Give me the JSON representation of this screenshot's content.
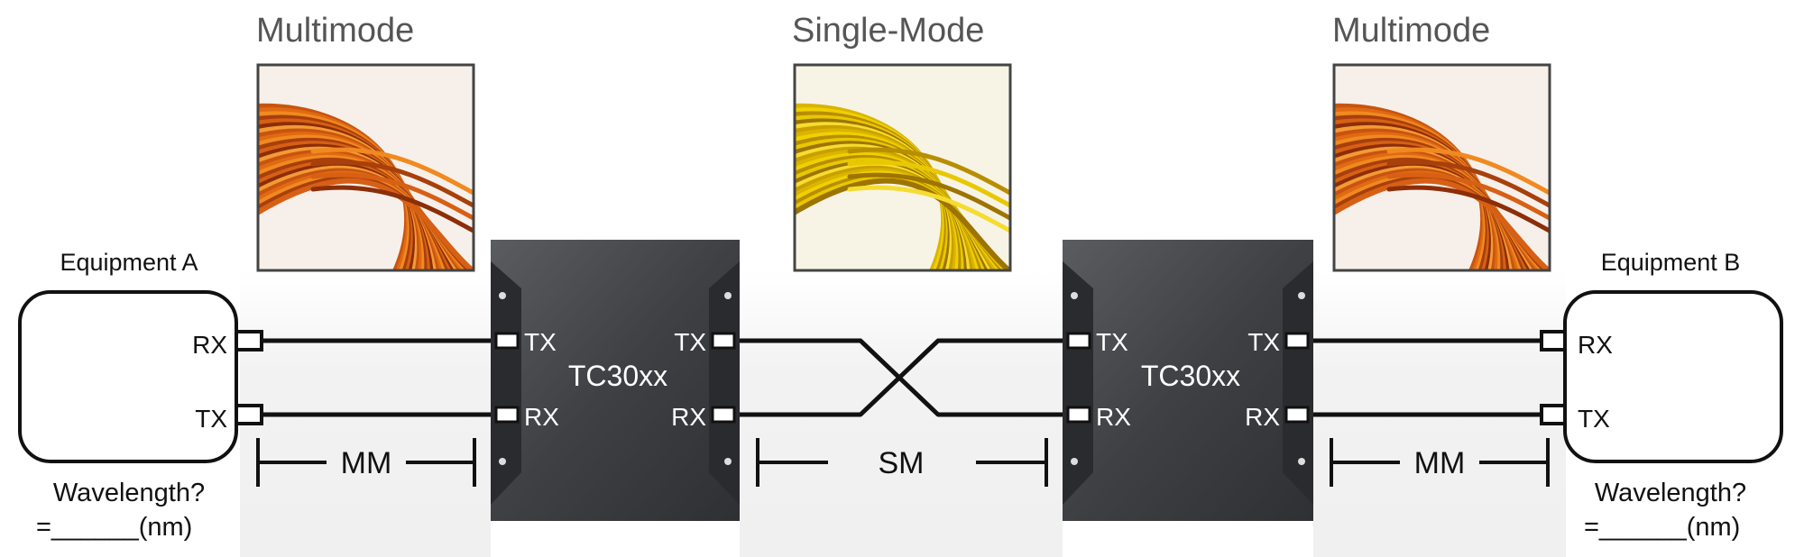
{
  "fiber_sections": [
    {
      "title": "Multimode",
      "color": "orange"
    },
    {
      "title": "Single-Mode",
      "color": "yellow"
    },
    {
      "title": "Multimode",
      "color": "orange"
    }
  ],
  "equipment_a": {
    "name": "Equipment A",
    "ports": [
      "RX",
      "TX"
    ],
    "question": "Wavelength?",
    "answer": "=______(nm)"
  },
  "equipment_b": {
    "name": "Equipment B",
    "ports": [
      "RX",
      "TX"
    ],
    "question": "Wavelength?",
    "answer": "=______(nm)"
  },
  "converter_1": {
    "model": "TC30xx",
    "left_ports": [
      "TX",
      "RX"
    ],
    "right_ports": [
      "TX",
      "RX"
    ]
  },
  "converter_2": {
    "model": "TC30xx",
    "left_ports": [
      "TX",
      "RX"
    ],
    "right_ports": [
      "TX",
      "RX"
    ]
  },
  "spans": {
    "left": "MM",
    "middle": "SM",
    "right": "MM"
  },
  "colors": {
    "multimode_fiber": "#d9661a",
    "singlemode_fiber": "#e8c200",
    "converter_body": "#3e4043",
    "title_text": "#555555"
  }
}
